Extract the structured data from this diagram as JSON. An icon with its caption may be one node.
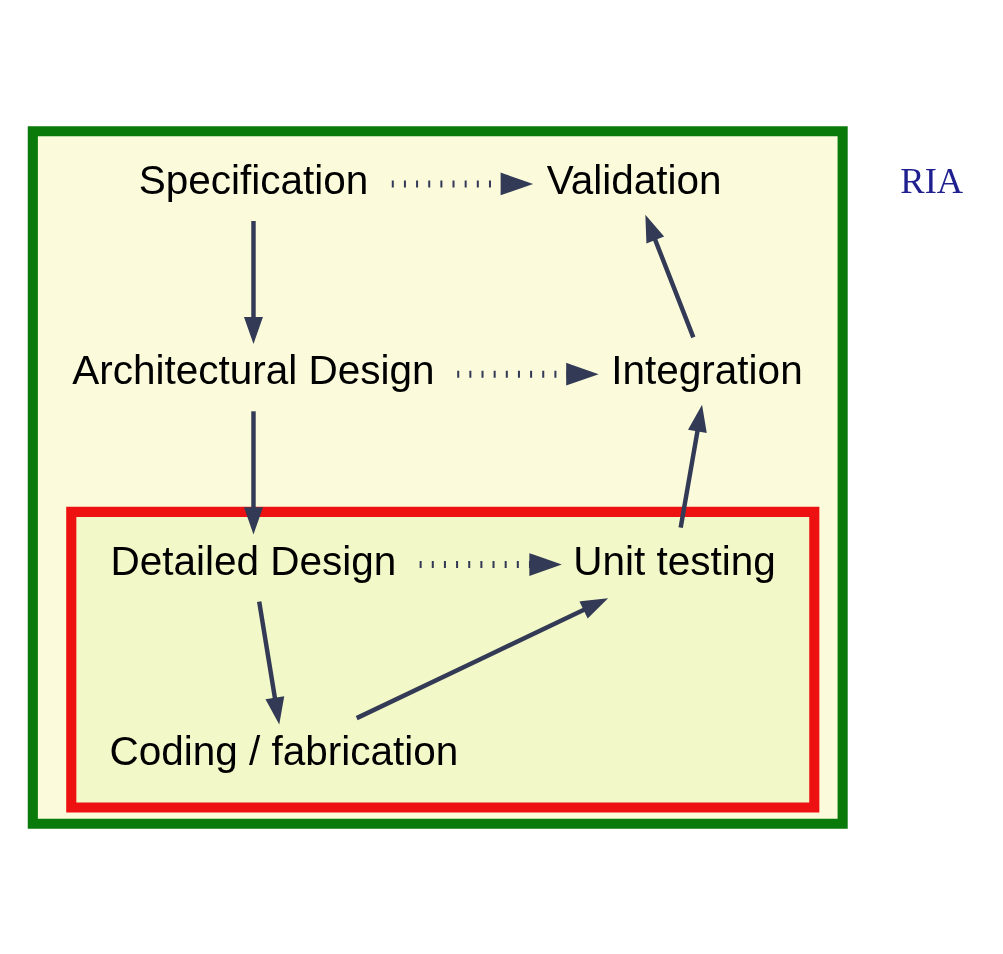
{
  "diagram": {
    "nodes": [
      {
        "text": [],
        "shape": "trapezoid"
      },
      {
        "text": [
          "Specification"
        ],
        "in": 0
      },
      {
        "text": [
          "Validation"
        ],
        "in": 0
      },
      {
        "text": [
          "Architectural Design"
        ],
        "in": 0
      },
      {
        "text": [
          "Integration"
        ],
        "in": 0
      },
      {
        "text": [],
        "shape": "trapezoid",
        "in": 0
      },
      {
        "text": [
          "Detailed Design"
        ],
        "in": 5
      },
      {
        "text": [
          "Unit testing"
        ],
        "in": 5
      },
      {
        "text": [
          "Coding / fabrication"
        ],
        "in": 5
      }
    ],
    "edges": [
      {
        "from": 1,
        "to": 3,
        "arrow": "to"
      },
      {
        "from": 3,
        "to": 6,
        "arrow": "to"
      },
      {
        "from": 6,
        "to": 8,
        "arrow": "to"
      },
      {
        "from": 8,
        "to": 7,
        "arrow": "to"
      },
      {
        "from": 7,
        "to": 4,
        "arrow": "to"
      },
      {
        "from": 4,
        "to": 2,
        "arrow": "to"
      },
      {
        "from": 1,
        "to": 2,
        "arrow": "to",
        "style": "dashed"
      },
      {
        "from": 3,
        "to": 4,
        "arrow": "to",
        "style": "dashed"
      },
      {
        "from": 6,
        "to": 7,
        "arrow": "to",
        "style": "dashed"
      }
    ],
    "labels": [
      "RIA"
    ]
  }
}
